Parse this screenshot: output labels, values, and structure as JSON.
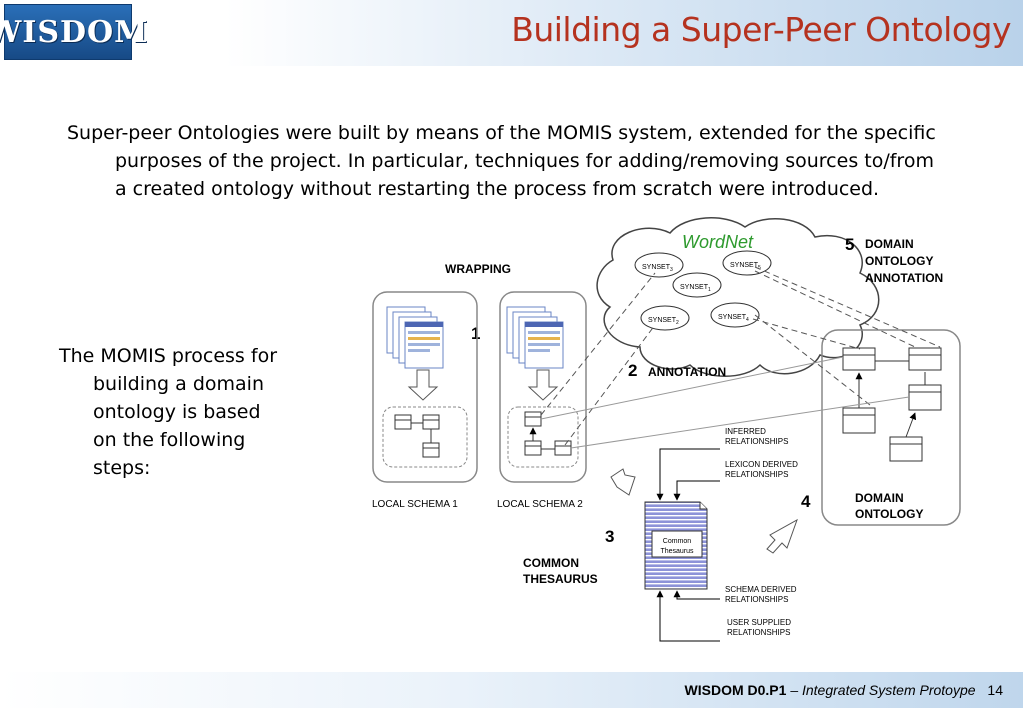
{
  "header": {
    "logo_text": "WISDOM",
    "title": "Building a Super-Peer Ontology"
  },
  "intro_text": "Super-peer Ontologies were built by means of the MOMIS system, extended for the specific purposes of the project. In particular, techniques for adding/removing sources to/from a created ontology without restarting the process from scratch were introduced.",
  "side_text": "The MOMIS process for building a domain ontology is based on the following steps:",
  "diagram": {
    "wrapping": "WRAPPING",
    "step1": "1",
    "step2": "2",
    "annotation": "ANNOTATION",
    "step3": "3",
    "common_thesaurus_1": "COMMON",
    "common_thesaurus_2": "THESAURUS",
    "step4": "4",
    "domain_ontology_1": "DOMAIN",
    "domain_ontology_2": "ONTOLOGY",
    "step5": "5",
    "dom_ann_1": "DOMAIN",
    "dom_ann_2": "ONTOLOGY",
    "dom_ann_3": "ANNOTATION",
    "wordnet": "WordNet",
    "synset": "SYNSET",
    "synset_subs": [
      "1",
      "2",
      "3",
      "4",
      "5"
    ],
    "local_schema_1": "LOCAL SCHEMA 1",
    "local_schema_2": "LOCAL SCHEMA 2",
    "book_1": "Common",
    "book_2": "Thesaurus",
    "inferred_1": "INFERRED",
    "inferred_2": "RELATIONSHIPS",
    "lexicon_1": "LEXICON DERIVED",
    "lexicon_2": "RELATIONSHIPS",
    "schema_1": "SCHEMA DERIVED",
    "schema_2": "RELATIONSHIPS",
    "user_1": "USER SUPPLIED",
    "user_2": "RELATIONSHIPS"
  },
  "footer": {
    "project": "WISDOM D0.P1",
    "subtitle": "– Integrated System Protoype",
    "page": "14"
  }
}
